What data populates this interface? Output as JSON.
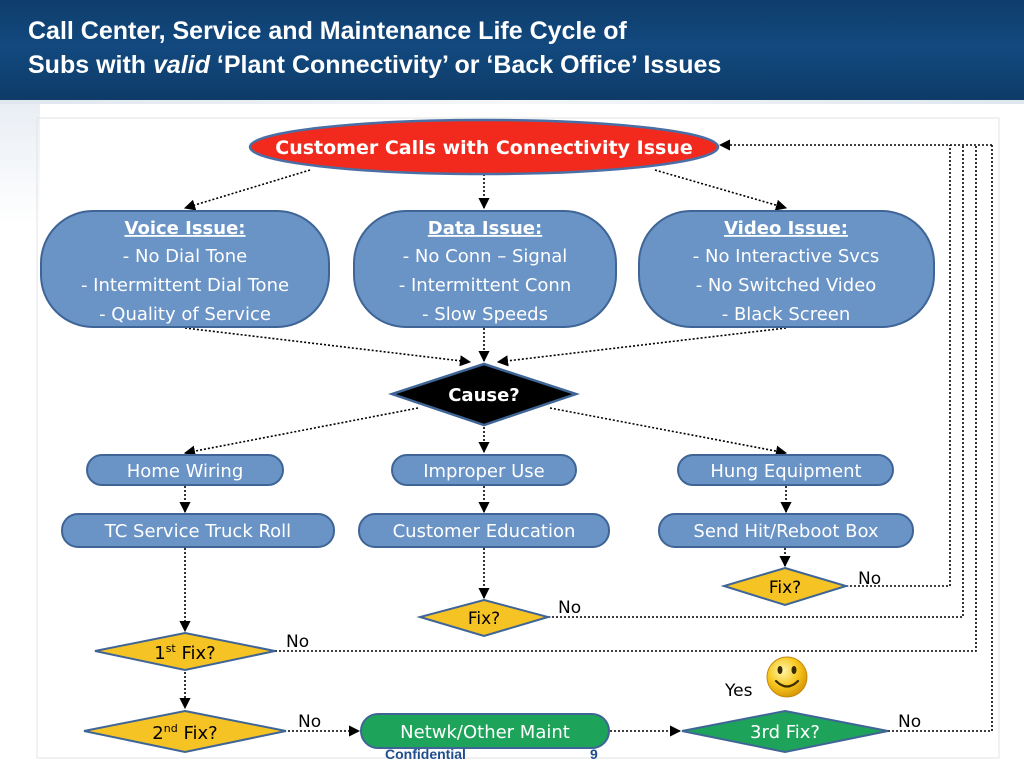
{
  "title": {
    "line1": "Call Center, Service and Maintenance Life Cycle of",
    "line2_prefix": "Subs with ",
    "line2_emphasis": "valid",
    "line2_suffix": " ‘Plant Connectivity’ or ‘Back Office’ Issues"
  },
  "start": {
    "label": "Customer Calls with Connectivity Issue"
  },
  "issues": [
    {
      "heading": "Voice Issue:",
      "items": [
        "- No Dial Tone",
        "- Intermittent Dial Tone",
        "- Quality of Service"
      ]
    },
    {
      "heading": "Data Issue:",
      "items": [
        "- No Conn – Signal",
        "- Intermittent Conn",
        "- Slow Speeds"
      ]
    },
    {
      "heading": "Video Issue:",
      "items": [
        "- No Interactive Svcs",
        "- No Switched Video",
        "- Black Screen"
      ]
    }
  ],
  "decision": {
    "label": "Cause?"
  },
  "causes": [
    "Home Wiring",
    "Improper Use",
    "Hung Equipment"
  ],
  "actions": [
    "TC Service Truck Roll",
    "Customer Education",
    "Send Hit/Reboot Box"
  ],
  "fix_checks": {
    "reboot_fix": "Fix?",
    "education_fix": "Fix?",
    "first_fix_base": "1",
    "first_fix_sup": "st",
    "first_fix_rest": " Fix?",
    "second_fix_base": "2",
    "second_fix_sup": "nd",
    "second_fix_rest": " Fix?",
    "third_fix": "3rd Fix?"
  },
  "maint": {
    "label": "Netwk/Other Maint"
  },
  "branch_labels": {
    "no_reboot": "No",
    "no_education": "No",
    "no_first": "No",
    "no_second": "No",
    "no_third": "No",
    "yes": "Yes"
  },
  "footer": {
    "confidential": "Confidential",
    "page": "9"
  },
  "colors": {
    "header_blue": "#12497f",
    "start_red": "#f2291d",
    "box_blue": "#6a93c6",
    "box_border": "#3f6596",
    "diamond_black": "#000000",
    "fix_yellow": "#f6c324",
    "maint_green": "#1ea45a",
    "smiley_yellow": "#f7c61c"
  },
  "icons": {
    "smiley": "smiley-face-icon"
  }
}
